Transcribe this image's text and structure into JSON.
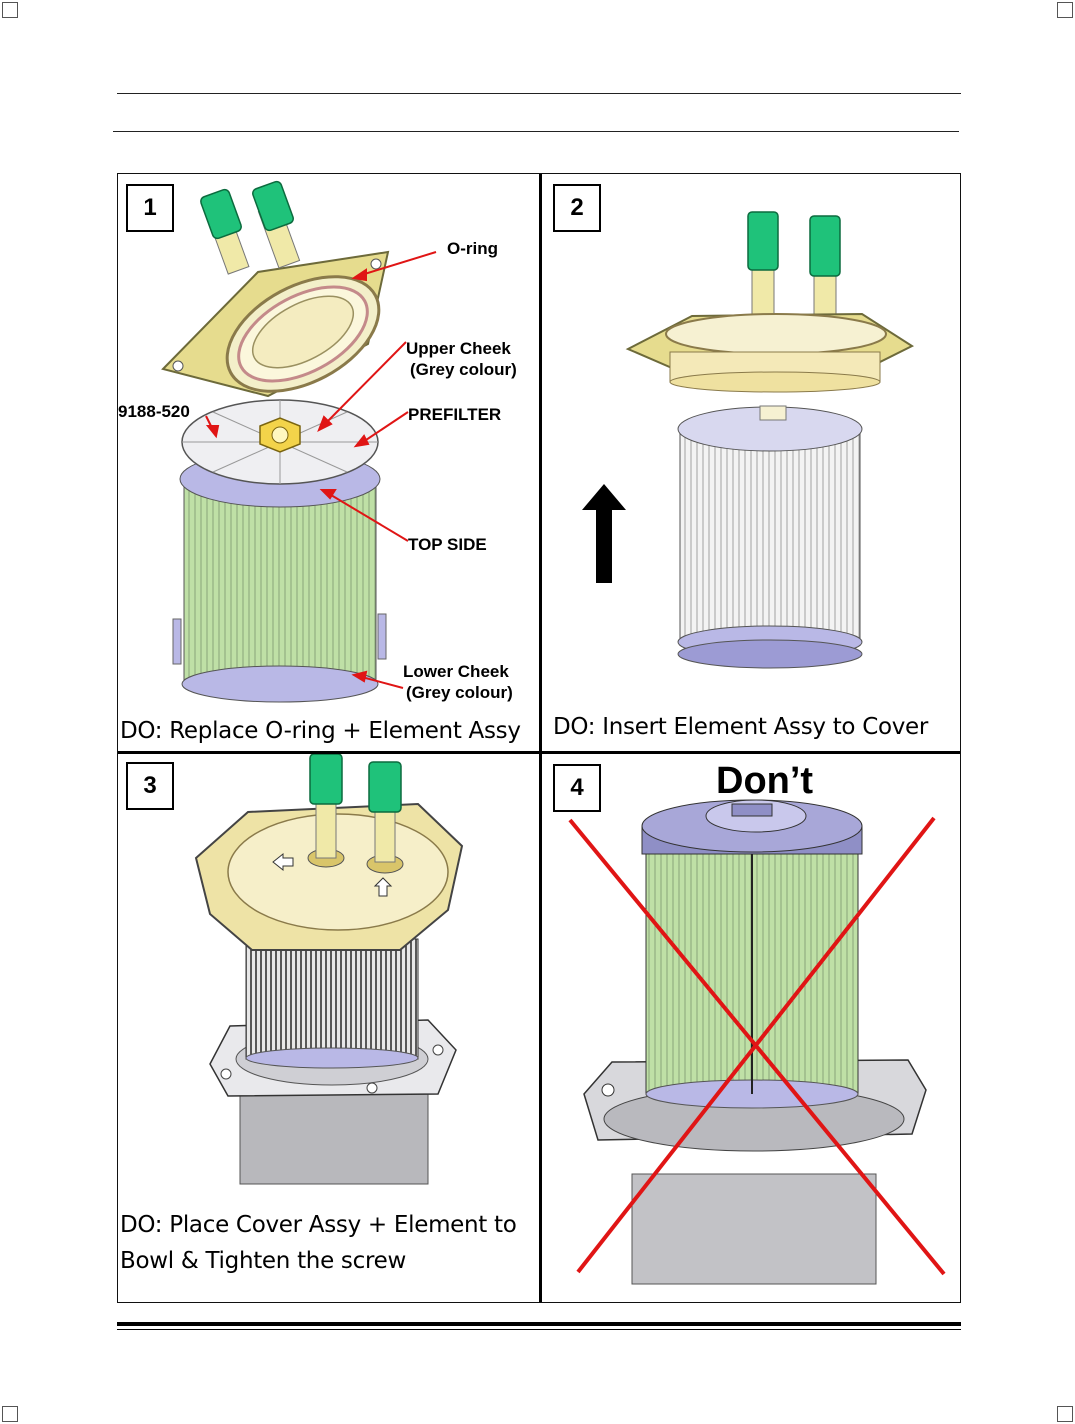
{
  "panels": [
    {
      "number": "1",
      "caption": "DO: Replace O-ring + Element Assy",
      "labels": {
        "oring": "O-ring",
        "upper_cheek_1": "Upper Cheek",
        "upper_cheek_2": "(Grey colour)",
        "part_number": "9188-520",
        "prefilter": "PREFILTER",
        "top_side": "TOP SIDE",
        "lower_cheek_1": "Lower Cheek",
        "lower_cheek_2": "(Grey colour)"
      }
    },
    {
      "number": "2",
      "caption": "DO: Insert Element Assy to Cover"
    },
    {
      "number": "3",
      "caption_line1": "DO: Place Cover Assy + Element to",
      "caption_line2": "Bowl & Tighten the screw"
    },
    {
      "number": "4",
      "title": "Don’t"
    }
  ],
  "colors": {
    "connector_green": "#1fc27a",
    "cover_yellow": "#e8df98",
    "element_green": "#b9dca0",
    "cheek_grey": "#b9b8e6",
    "cross_red": "#e01515"
  }
}
